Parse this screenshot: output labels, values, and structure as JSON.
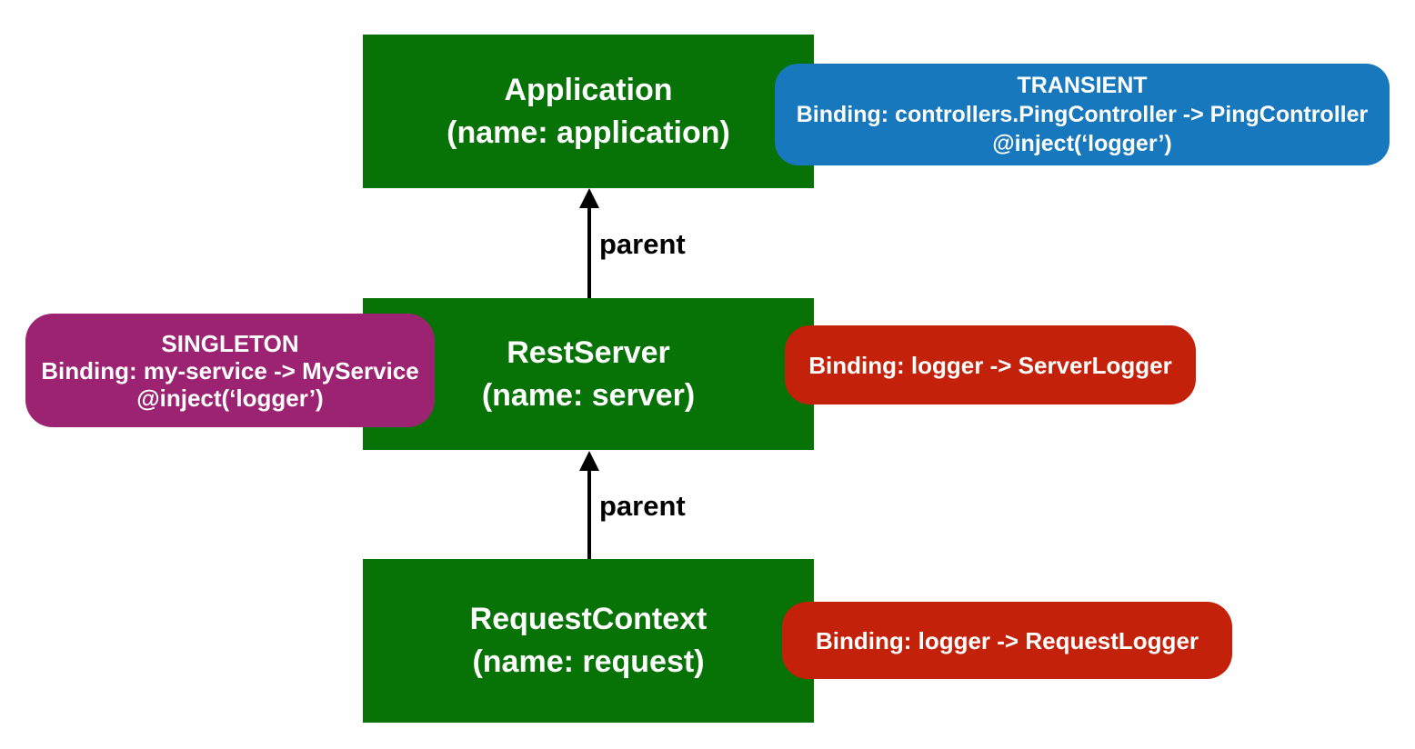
{
  "nodes": [
    {
      "id": "application",
      "title": "Application",
      "subtitle": "(name: application)"
    },
    {
      "id": "restserver",
      "title": "RestServer",
      "subtitle": "(name: server)"
    },
    {
      "id": "requestcontext",
      "title": "RequestContext",
      "subtitle": "(name: request)"
    }
  ],
  "badges": [
    {
      "id": "transient-binding",
      "color": "#1778BE",
      "lines": [
        "TRANSIENT",
        "Binding: controllers.PingController -> PingController",
        "@inject(‘logger’)"
      ]
    },
    {
      "id": "singleton-binding",
      "color": "#9C2372",
      "lines": [
        "SINGLETON",
        "Binding: my-service -> MyService",
        "@inject(‘logger’)"
      ]
    },
    {
      "id": "server-logger-binding",
      "color": "#C32109",
      "lines": [
        "Binding: logger -> ServerLogger"
      ]
    },
    {
      "id": "request-logger-binding",
      "color": "#C32109",
      "lines": [
        "Binding: logger -> RequestLogger"
      ]
    }
  ],
  "edges": [
    {
      "label": "parent"
    },
    {
      "label": "parent"
    }
  ],
  "palette": {
    "node_green": "#077306",
    "arrow_black": "#000000",
    "text_white": "#FFFFFF",
    "background": "#FFFFFF"
  }
}
